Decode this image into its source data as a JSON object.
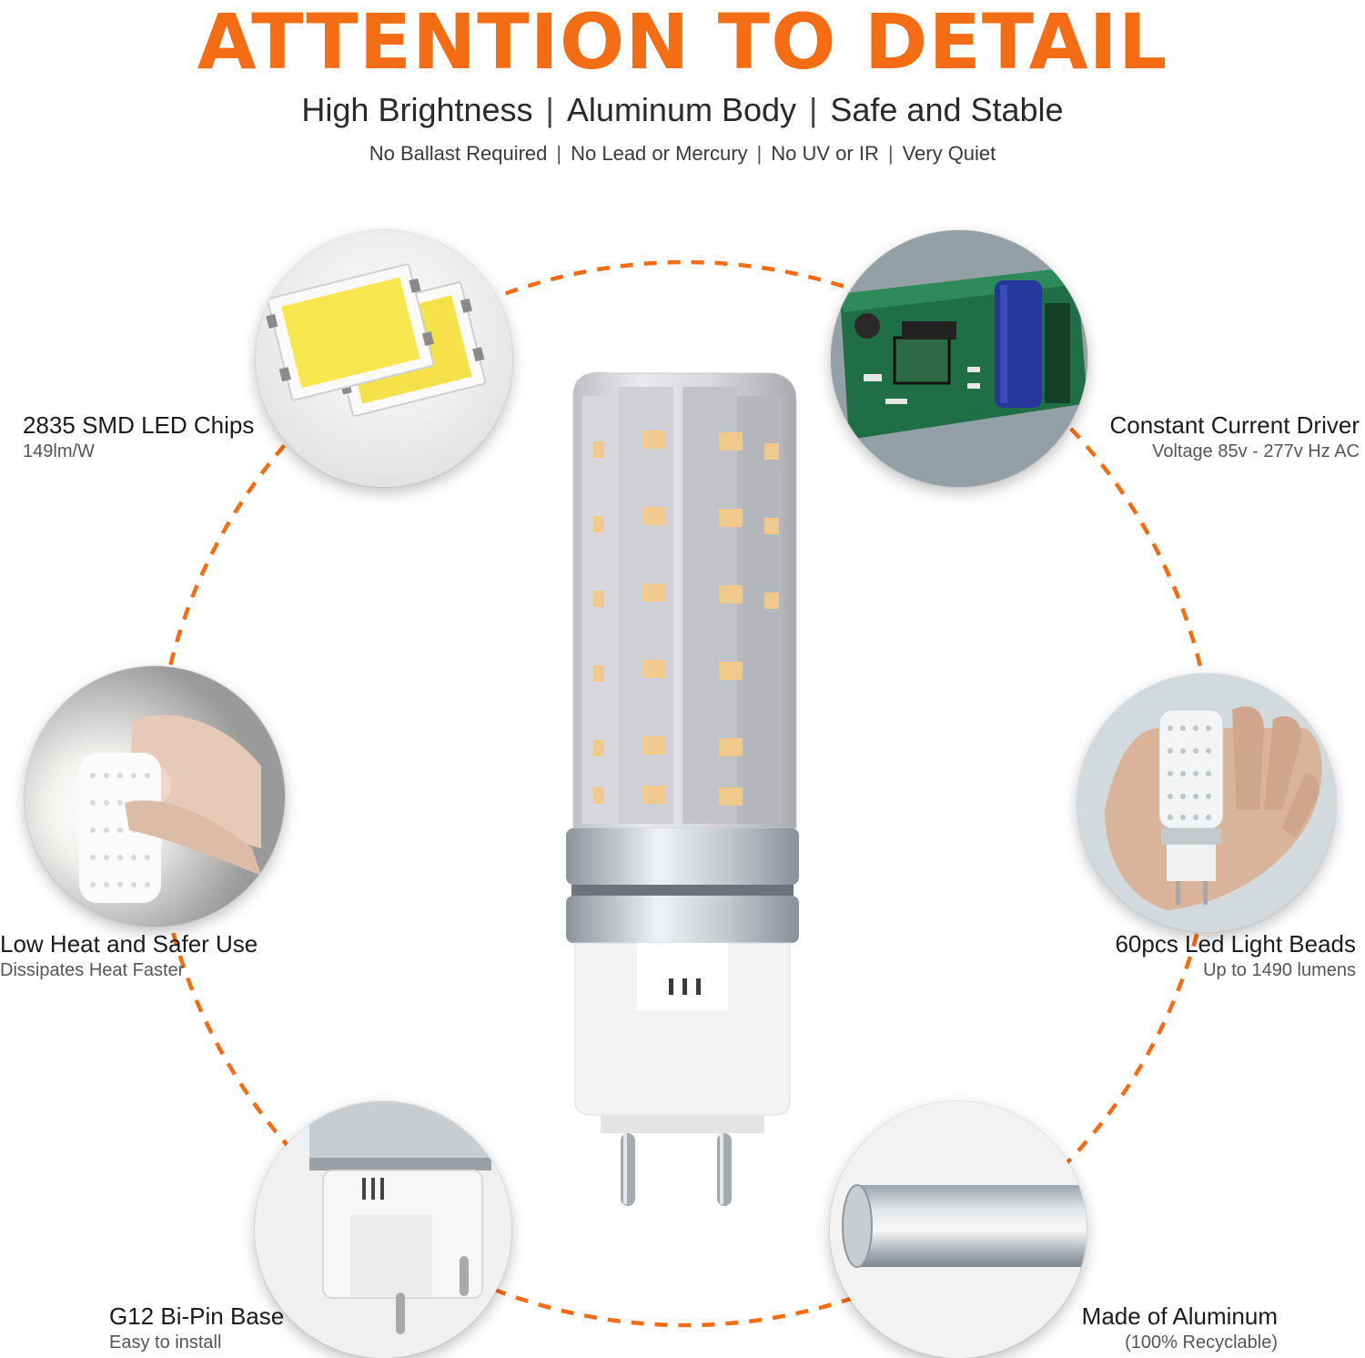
{
  "title": "ATTENTION TO DETAIL",
  "subtitle": [
    "High Brightness",
    "Aluminum Body",
    "Safe and Stable"
  ],
  "subtitle_separator": "|",
  "highlights": [
    "No Ballast Required",
    "No Lead or Mercury",
    "No UV or IR",
    "Very Quiet"
  ],
  "features": [
    {
      "title": "2835 SMD LED Chips",
      "detail": "149lm/W",
      "icon": "led-chip-icon"
    },
    {
      "title": "Constant Current Driver",
      "detail": "Voltage 85v - 277v Hz AC",
      "icon": "circuit-board-icon"
    },
    {
      "title": "Low Heat and Safer Use",
      "detail": "Dissipates Heat Faster",
      "icon": "hand-holding-bulb-icon"
    },
    {
      "title": "60pcs Led Light Beads",
      "detail": "Up to 1490 lumens",
      "icon": "bulb-in-hand-icon"
    },
    {
      "title": "G12 Bi-Pin Base",
      "detail": "Easy to install",
      "icon": "bi-pin-base-icon"
    },
    {
      "title": "Made of Aluminum",
      "detail": "(100% Recyclable)",
      "icon": "aluminum-rod-icon"
    }
  ],
  "colors": {
    "accent": "#f46c14",
    "text": "#1e1e1e",
    "muted": "#555555"
  }
}
